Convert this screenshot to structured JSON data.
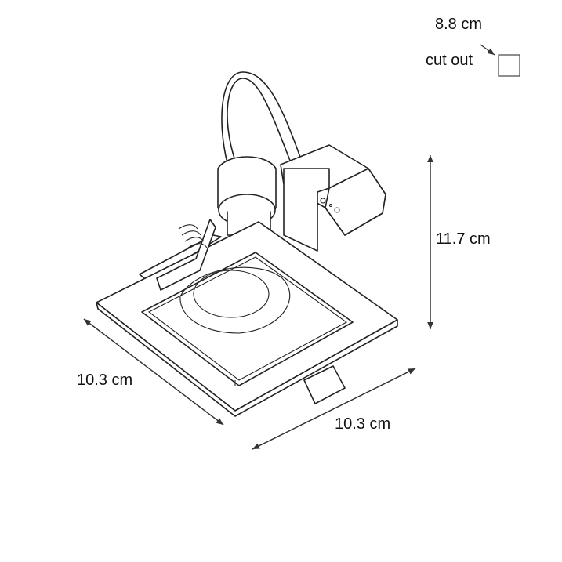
{
  "labels": {
    "cutout_size": "8.8 cm",
    "cutout_label": "cut out",
    "height": "11.7 cm",
    "width_left": "10.3 cm",
    "width_right": "10.3 cm"
  },
  "colors": {
    "line": "#222222",
    "background": "#ffffff"
  }
}
